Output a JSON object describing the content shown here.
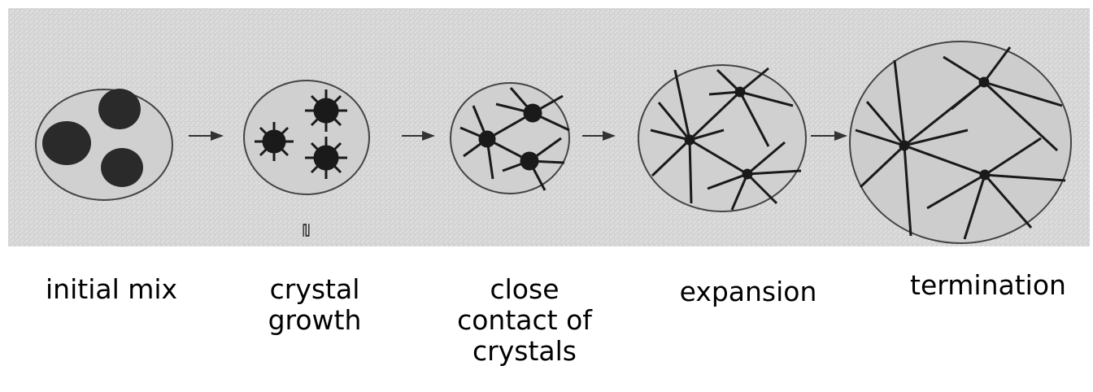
{
  "figure": {
    "background_color": "#d9d9d9",
    "vessel_fill_color": "#cfcfcf",
    "ink_color": "#1a1a1a",
    "scan_artifact_text": "ᆯ"
  },
  "stages": [
    {
      "label": "initial mix"
    },
    {
      "label": "crystal\ngrowth"
    },
    {
      "label": "close\ncontact of\ncrystals"
    },
    {
      "label": "expansion"
    },
    {
      "label": "termination"
    }
  ]
}
